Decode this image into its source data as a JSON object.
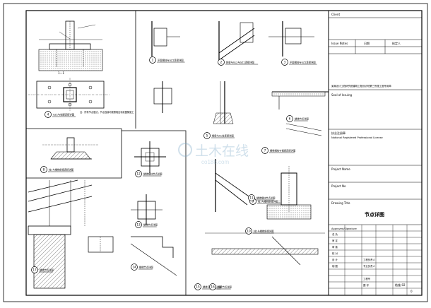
{
  "title_block": {
    "client_label": "Client",
    "issue_label": "Issue Notes",
    "date_label": "日期",
    "approved_label": "核定人",
    "institute_name": "某某设计工程研究院建筑工程设计院第三所施工图专用章",
    "seal_label": "Seal of Issuing",
    "reg_cn": "执业注册章",
    "reg_en": "National Registered Professional License",
    "project_name_label": "Project Name",
    "project_no_label": "Project No",
    "drawing_title_label": "Drawing Title",
    "drawing_title": "节点详图",
    "sign_header": "Approved/Signature",
    "roles": [
      "总 负",
      "审 定",
      "审 核",
      "校 对",
      "设 计",
      "制 图"
    ],
    "role_fields": [
      "工程负责人",
      "专业负责人",
      "工程号",
      "图 号"
    ],
    "sheet_no": "结施-02",
    "revision": "0"
  },
  "details": [
    {
      "no": "1",
      "caption": "平面钢柱与GZ1连接详图"
    },
    {
      "no": "2",
      "caption": "斜梁与GL2与GZ1连接详图"
    },
    {
      "no": "3",
      "caption": "平面钢柱与GZ1连接详图"
    },
    {
      "no": "4",
      "caption": "GZ1与柱脚连接详图"
    },
    {
      "no": "5",
      "caption": "钢梁与GL柱连接详图"
    },
    {
      "no": "6",
      "caption": "楼梯节点详图"
    },
    {
      "no": "7",
      "caption": "楼梯钢柱与钢梁连接详图"
    },
    {
      "no": "8",
      "caption": "柱1与楼梯斜梁连接详图"
    },
    {
      "no": "9",
      "caption": "柱1与楼梯斜梁详图二"
    },
    {
      "no": "10",
      "caption": "柱2与楼梯斜梁详图"
    },
    {
      "no": "11",
      "caption": "楼梯钢柱节点详图"
    },
    {
      "no": "12",
      "caption": "楼梯钢柱节点详图"
    },
    {
      "no": "13",
      "caption": "楼梯节点详图"
    },
    {
      "no": "14",
      "caption": "楼梯节点详图"
    },
    {
      "no": "15",
      "caption": "楼梯平台节点详图"
    },
    {
      "no": "16",
      "caption": "斜梁节点详图"
    },
    {
      "no": "17",
      "caption": "楼梯节点详图"
    }
  ],
  "section_mark": "1—1",
  "note": "注：所有节点做法，节点连接均按照相应标准图集施工",
  "watermark": "土木在线",
  "watermark_sub": "co188.com"
}
